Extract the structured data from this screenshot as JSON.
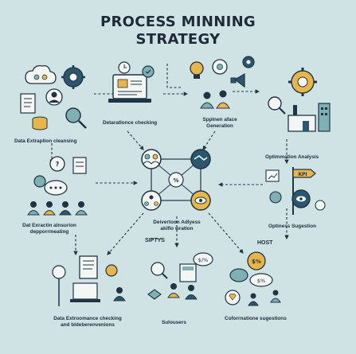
{
  "title": {
    "line1": "PROCESS MINNING",
    "line2": "STRATEGY"
  },
  "labels": {
    "data_extraction_cleansing": "Data Extraption cleansing",
    "data_extraction_preprocessing_1": "Dat Exractin alnsurion",
    "data_extraction_preprocessing_2": "depporrmeating",
    "conformance_checking": "Detaratlonce checking",
    "hypothesis_1": "Spplnen aface",
    "hypothesis_2": "Generation",
    "optimization_analysis": "Optimmation Analysis",
    "kpi_badge": "KPI",
    "optimization_suggestion": "Optiness Sugestion",
    "deviation_1": "Deivertoon Adlyess",
    "deviation_2": "akiflo wration",
    "siptys": "SIPTYS",
    "host": "HOST",
    "data_extroomance_1": "Data Extroomance checking",
    "data_extroomance_2": "and bldeberenvenions",
    "subusers": "Sulousers",
    "conformance_suggestions": "Coforrnatione sugestions",
    "percent_badge": "$%"
  },
  "colors": {
    "background": "#cfe3e4",
    "ink": "#1f3444",
    "teal": "#7fb0b3",
    "gold": "#e8b54a",
    "light": "#f4f6f4"
  }
}
